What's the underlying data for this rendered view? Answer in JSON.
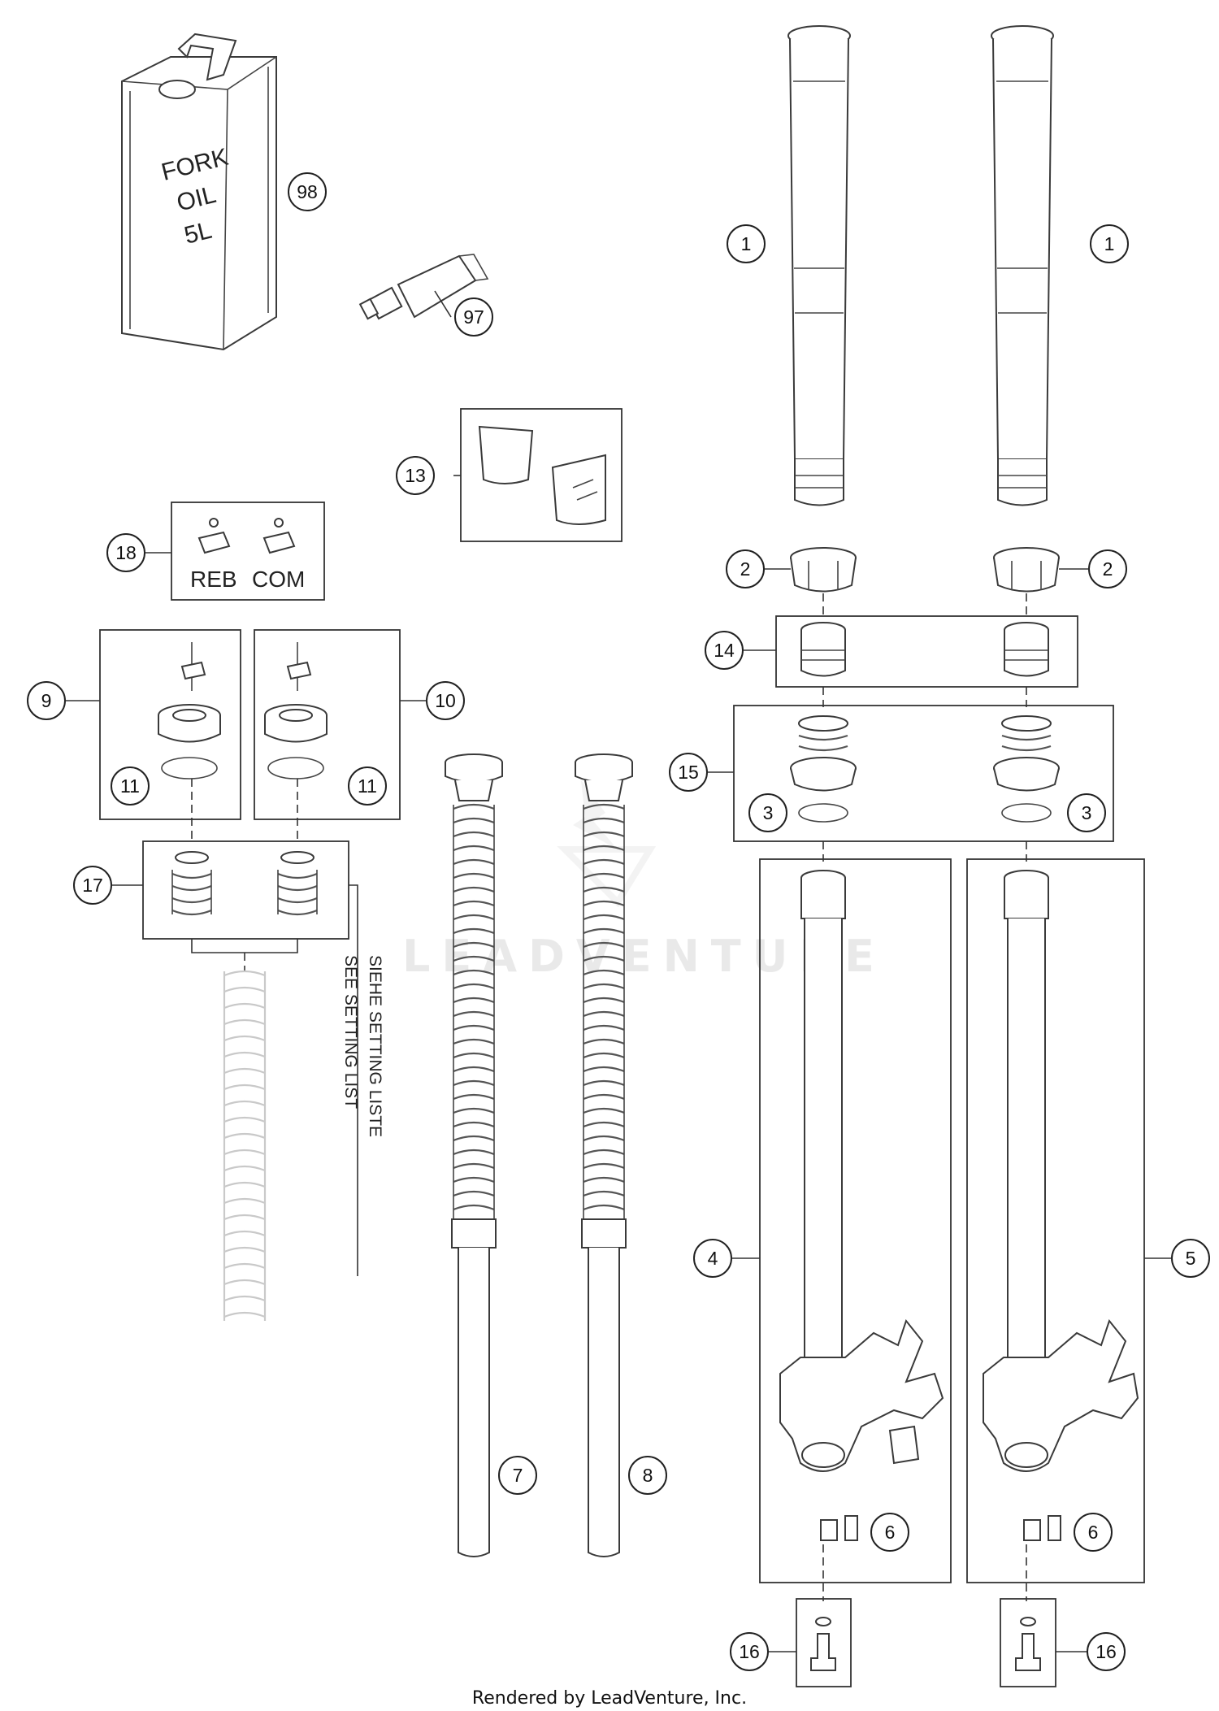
{
  "diagram": {
    "can_label": {
      "line1": "FORK",
      "line2": "OIL",
      "line3": "5L"
    },
    "adjuster_labels": {
      "rebound": "REB",
      "compression": "COM"
    },
    "setting_note": {
      "line1": "SIEHE SETTING LISTE",
      "line2": "SEE SETTING LIST"
    },
    "watermark": "LEADVENTURE",
    "callouts": {
      "p98": "98",
      "p97": "97",
      "p13": "13",
      "p18": "18",
      "p1_left": "1",
      "p1_right": "1",
      "p2_left": "2",
      "p2_right": "2",
      "p14": "14",
      "p15": "15",
      "p3_left": "3",
      "p3_right": "3",
      "p9": "9",
      "p10": "10",
      "p11_left": "11",
      "p11_right": "11",
      "p17": "17",
      "p7": "7",
      "p8": "8",
      "p4": "4",
      "p5": "5",
      "p6_left": "6",
      "p6_right": "6",
      "p16_left": "16",
      "p16_right": "16"
    }
  },
  "footer": {
    "text": "Rendered by LeadVenture, Inc."
  }
}
